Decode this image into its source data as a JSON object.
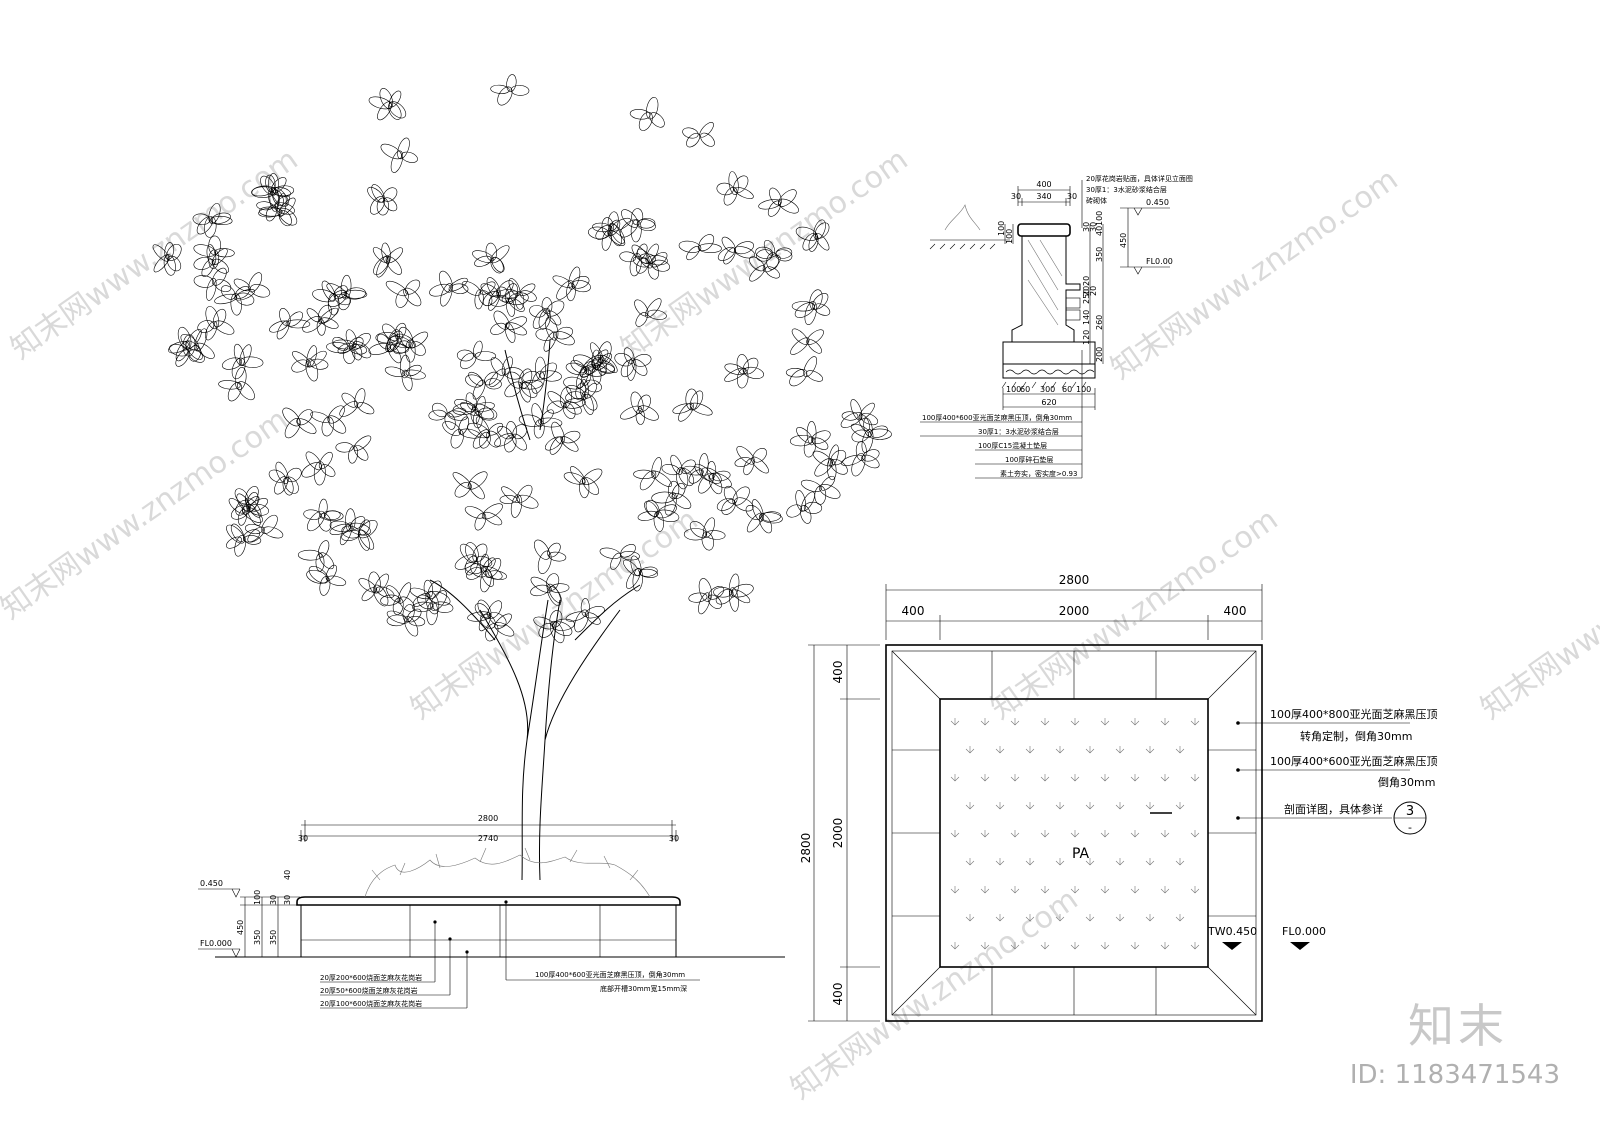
{
  "watermark": {
    "site": "知末网www.znzmo.com",
    "brand": "知末",
    "id": "ID: 1183471543"
  },
  "elevation": {
    "dim_total": "2800",
    "dim_edge_left": "30",
    "dim_inner": "2740",
    "dim_edge_right": "30",
    "level_top": "0.450",
    "level_ground": "FL0.000",
    "v_dims": [
      "100",
      "350",
      "450",
      "350",
      "30",
      "30",
      "40"
    ],
    "notes_left": [
      "20厚200*600烧面芝麻灰花岗岩",
      "20厚50*600烧面芝麻灰花岗岩",
      "20厚100*600烧面芝麻灰花岗岩"
    ],
    "notes_right": [
      "100厚400*600亚光面芝麻黑压顶，倒角30mm",
      "底部开槽30mm宽15mm深"
    ]
  },
  "section": {
    "top_dims": [
      "400",
      "30",
      "340",
      "30"
    ],
    "right_notes_top": [
      "20厚花岗岩贴面，具体详见立面图",
      "30厚1：3水泥砂浆结合层",
      "砖砌体"
    ],
    "levels": [
      "0.450",
      "FL0.00"
    ],
    "left_dims": [
      "100",
      "100"
    ],
    "right_dims": [
      "30",
      "30",
      "40",
      "350",
      "450",
      "100",
      "120",
      "140",
      "250",
      "260",
      "200",
      "20",
      "20",
      "20"
    ],
    "bottom_dims": [
      "100",
      "60",
      "300",
      "60",
      "100"
    ],
    "bottom_total": "620",
    "layer_notes": [
      "100厚400*600亚光面芝麻黑压顶，倒角30mm",
      "30厚1：3水泥砂浆结合层",
      "100厚C15混凝土垫层",
      "100厚碎石垫层",
      "素土夯实，密实度>0.93"
    ]
  },
  "plan": {
    "dim_total": "2800",
    "dim_left": "400",
    "dim_mid": "2000",
    "dim_right": "400",
    "vdim_total": "2800",
    "vdim_top": "400",
    "vdim_mid": "2000",
    "vdim_bottom": "400",
    "label_center": "PA",
    "notes": [
      "100厚400*800亚光面芝麻黑压顶",
      "转角定制，倒角30mm",
      "100厚400*600亚光面芝麻黑压顶",
      "倒角30mm",
      "剖面详图，具体参详"
    ],
    "section_marker_num": "3",
    "section_marker_sub": "-",
    "levels": [
      "TW0.450",
      "FL0.000"
    ]
  }
}
